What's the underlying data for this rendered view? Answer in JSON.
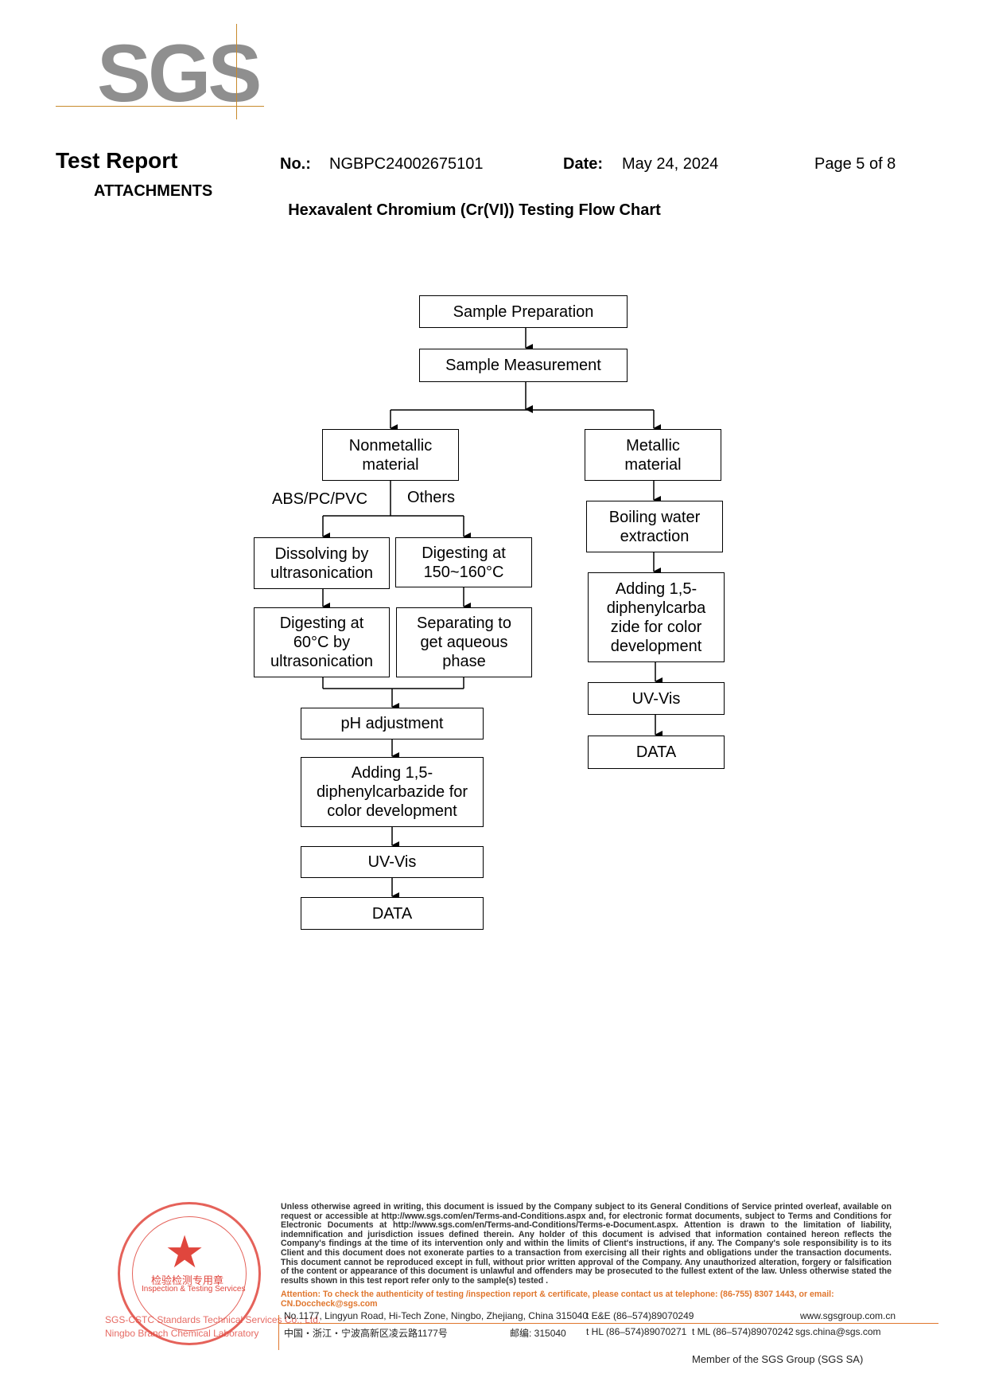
{
  "header": {
    "logo_text": "SGS",
    "title": "Test Report",
    "no_label": "No.:",
    "no_value": "NGBPC24002675101",
    "date_label": "Date:",
    "date_value": "May 24, 2024",
    "page": "Page 5 of 8",
    "section": "ATTACHMENTS",
    "chart_title": "Hexavalent Chromium (Cr(VI)) Testing Flow Chart"
  },
  "flow": {
    "prep": "Sample Preparation",
    "measure": "Sample Measurement",
    "nonmetal": "Nonmetallic\nmaterial",
    "metal": "Metallic\nmaterial",
    "branch_left": "ABS/PC/PVC",
    "branch_right": "Others",
    "dissolve": "Dissolving by\nultrasonication",
    "digest150": "Digesting at\n150~160°C",
    "digest60": "Digesting at\n60°C by\nultrasonication",
    "separate": "Separating to\nget aqueous\nphase",
    "ph": "pH adjustment",
    "adding_left": "Adding 1,5-\ndiphenylcarbazide for\ncolor development",
    "uvvis_left": "UV-Vis",
    "data_left": "DATA",
    "boiling": "Boiling water\nextraction",
    "adding_right": "Adding 1,5-\ndiphenylcarba\nzide for color\ndevelopment",
    "uvvis_right": "UV-Vis",
    "data_right": "DATA"
  },
  "footer": {
    "disclaimer": "Unless otherwise agreed in writing, this document is issued by the Company subject to its General Conditions of Service printed overleaf, available on request or accessible at http://www.sgs.com/en/Terms-and-Conditions.aspx and, for electronic format documents, subject to Terms and Conditions for Electronic Documents at http://www.sgs.com/en/Terms-and-Conditions/Terms-e-Document.aspx. Attention is drawn to the limitation of liability, indemnification and jurisdiction issues defined therein. Any holder of this document is advised that information contained hereon reflects the Company's findings at the time of its intervention only and within the limits of Client's instructions, if any. The Company's sole responsibility is to its Client and this document does not exonerate parties to a transaction from exercising all their rights and obligations under the transaction documents. This document cannot be reproduced except in full, without prior written approval of the Company. Any unauthorized alteration, forgery or falsification of the content or appearance of this document is unlawful and offenders may be prosecuted to the fullest extent of the law. Unless otherwise stated the results shown in this test report refer only to the sample(s) tested .",
    "attention": "Attention: To check the authenticity of testing /inspection report & certificate, please contact us at telephone: (86-755) 8307 1443, or email: CN.Doccheck@sgs.com",
    "address_en": "No.1177, Lingyun Road, Hi-Tech Zone, Ningbo, Zhejiang, China 315040",
    "tel_ee": "t E&E (86–574)89070249",
    "website": "www.sgsgroup.com.cn",
    "address_cn": "中国・浙江・宁波高新区凌云路1177号",
    "postcode": "邮编: 315040",
    "tel_hl": "t HL  (86–574)89070271",
    "tel_ml": "t ML  (86–574)89070242",
    "email": "sgs.china@sgs.com",
    "member": "Member of the SGS Group (SGS SA)",
    "seal_line1": "检验检测专用章",
    "seal_line2": "Inspection & Testing Services",
    "lab_line1": "SGS-CSTC Standards Technical Services Co., Ltd.",
    "lab_line2": "Ningbo Branch Chemical Laboratory"
  }
}
